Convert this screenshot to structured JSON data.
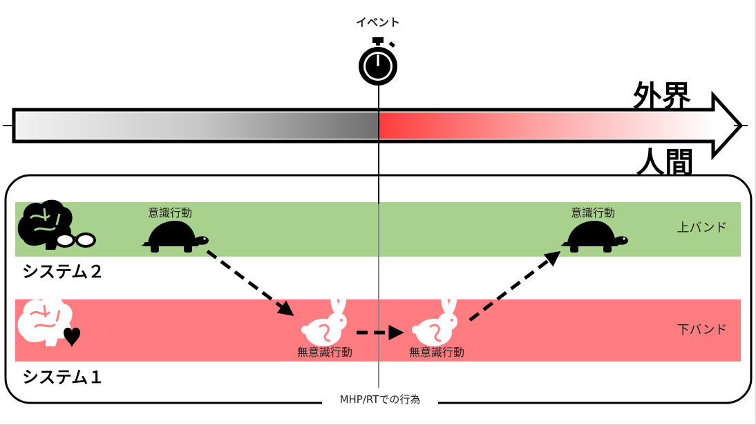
{
  "event": {
    "label": "イベント"
  },
  "world": {
    "outer_label": "外界",
    "inner_label": "人間"
  },
  "bands": {
    "upper": {
      "label": "上バンド",
      "color": "#a9d18e"
    },
    "lower": {
      "label": "下バンド",
      "color": "#ff7c80"
    }
  },
  "systems": {
    "system2": {
      "label": "システム２"
    },
    "system1": {
      "label": "システム１"
    }
  },
  "actions": {
    "conscious_left": "意識行動",
    "conscious_right": "意識行動",
    "unconscious_left": "無意識行動",
    "unconscious_right": "無意識行動"
  },
  "footer": {
    "label": "MHP/RTでの行為"
  },
  "icons": {
    "brain_glasses": "brain-glasses-icon",
    "brain_heart": "brain-heart-icon",
    "turtle": "turtle-icon",
    "rabbit": "rabbit-icon",
    "stopwatch": "stopwatch-icon"
  }
}
